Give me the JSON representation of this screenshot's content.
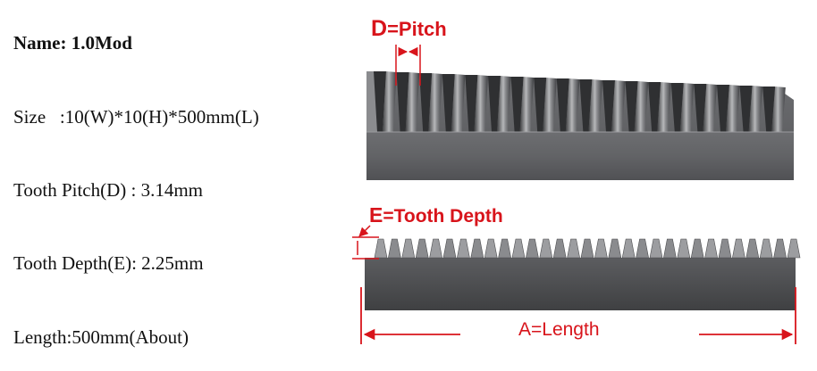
{
  "specs": {
    "name": "Name: 1.0Mod",
    "size": "Size   :10(W)*10(H)*500mm(L)",
    "pitch": "Tooth Pitch(D) : 3.14mm",
    "depth": "Tooth Depth(E): 2.25mm",
    "length": "Length:500mm(About)"
  },
  "annotations": {
    "pitch_letter": "D",
    "pitch_text": "=Pitch",
    "depth_letter": "E",
    "depth_text": "=Tooth Depth",
    "length_text": "A=Length"
  },
  "colors": {
    "annotation_red": "#d8141b",
    "metal_dark": "#4a4b4d",
    "metal_mid": "#707174",
    "metal_light": "#a9aaac"
  }
}
